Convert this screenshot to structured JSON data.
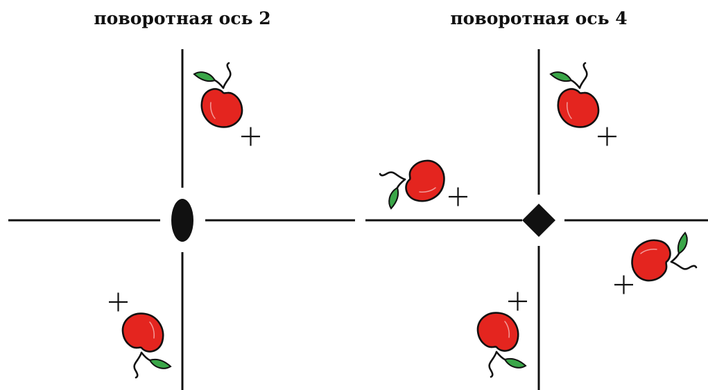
{
  "panels": [
    {
      "title": "поворотная ось 2",
      "symbol": "ellipse",
      "fold": 2
    },
    {
      "title": "поворотная ось 4",
      "symbol": "diamond",
      "fold": 4
    }
  ],
  "colors": {
    "axis": "#111111",
    "cherry_body": "#e4251f",
    "cherry_leaf": "#3aa648",
    "outline": "#111111",
    "background": "#ffffff"
  },
  "icons": {
    "cherry": "cherry-icon",
    "plus": "plus-sign-icon",
    "twofold_axis": "ellipse-symbol-icon",
    "fourfold_axis": "diamond-symbol-icon"
  }
}
